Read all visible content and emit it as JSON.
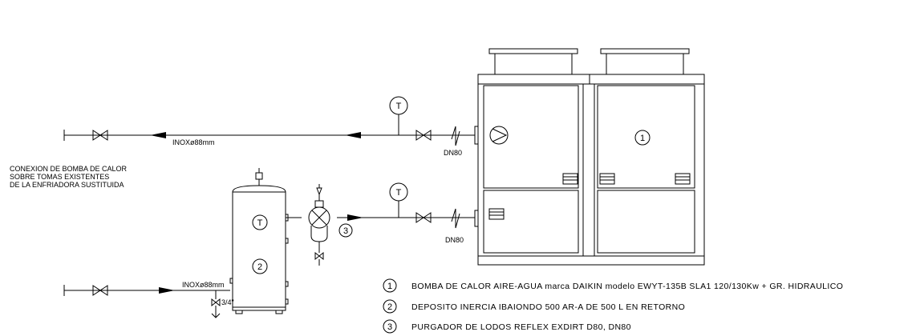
{
  "annotations": {
    "connection_note": [
      "CONEXION DE BOMBA DE CALOR",
      "SOBRE TOMAS EXISTENTES",
      "DE LA ENFRIADORA SUSTITUIDA"
    ],
    "pipe_top": "INOXø88mm",
    "pipe_bottom": "INOXø88mm",
    "dn_top": "DN80",
    "dn_bottom": "DN80",
    "drain_size": "3/4\"",
    "sensor_symbol": "T"
  },
  "components": {
    "heat_pump_number": "1",
    "tank_number": "2",
    "separator_number": "3"
  },
  "legend": [
    {
      "number": "1",
      "text": "BOMBA DE CALOR AIRE-AGUA marca DAIKIN modelo EWYT-135B SLA1 120/130Kw + GR. HIDRAULICO"
    },
    {
      "number": "2",
      "text": "DEPOSITO INERCIA IBAIONDO 500 AR-A DE 500 L EN RETORNO"
    },
    {
      "number": "3",
      "text": "PURGADOR DE LODOS REFLEX EXDIRT D80, DN80"
    }
  ]
}
